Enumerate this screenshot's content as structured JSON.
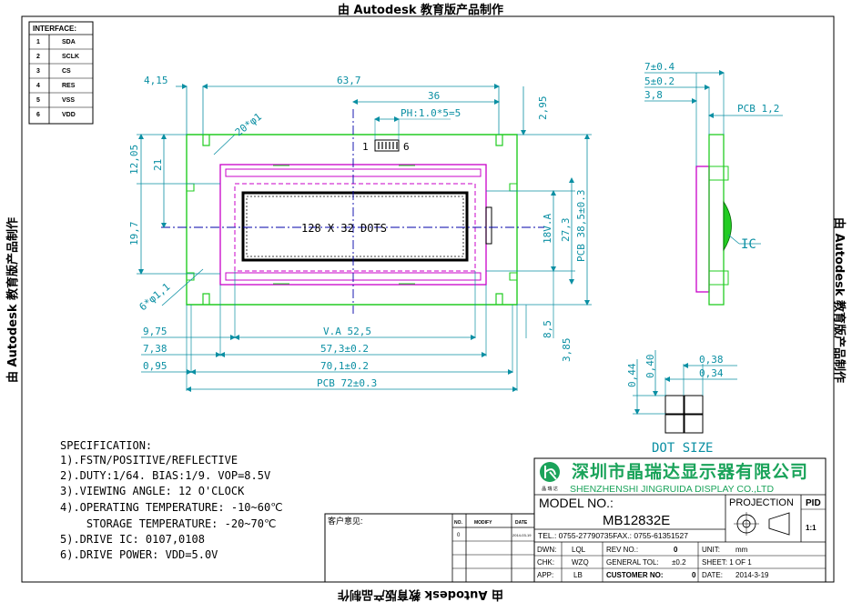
{
  "watermark": {
    "text": "由 Autodesk 教育版产品制作"
  },
  "interface": {
    "title": "INTERFACE:",
    "rows": [
      {
        "no": "1",
        "sig": "SDA"
      },
      {
        "no": "2",
        "sig": "SCLK"
      },
      {
        "no": "3",
        "sig": "CS"
      },
      {
        "no": "4",
        "sig": "RES"
      },
      {
        "no": "5",
        "sig": "VSS"
      },
      {
        "no": "6",
        "sig": "VDD"
      }
    ]
  },
  "front_view": {
    "dims_top": {
      "d1": "4,15",
      "d2": "63,7",
      "d3": "36",
      "d4": "2,95",
      "pin_pitch": "PH:1.0*5=5"
    },
    "hole_top": "20*φ1",
    "hole_bottom": "6*φ1,1",
    "pin_label_left": "1",
    "pin_label_right": "6",
    "display_text": "128 X 32 DOTS",
    "dims_left": {
      "d1": "12,05",
      "d2": "21",
      "d3": "19,7"
    },
    "dims_right": {
      "va": "18V.A",
      "d27": "27,3",
      "pcb": "PCB 38,5±0.3"
    },
    "dims_bottom_right": {
      "d1": "8,5",
      "d2": "3,85"
    },
    "dims_bottom": {
      "r1_left": "9,75",
      "r1_mid": "V.A 52,5",
      "r2_left": "7,38",
      "r2_mid": "57,3±0.2",
      "r3_left": "0,95",
      "r3_mid": "70,1±0.2",
      "r4_mid": "PCB 72±0.3"
    }
  },
  "side_view": {
    "d1": "7±0.4",
    "d2": "5±0.2",
    "d3": "3,8",
    "pcb": "PCB 1,2",
    "ic_label": "IC"
  },
  "dot_detail": {
    "top1": "0,38",
    "top2": "0,34",
    "left1": "0,44",
    "left2": "0,40",
    "caption": "DOT SIZE"
  },
  "specification": {
    "title": "SPECIFICATION:",
    "lines": [
      "1).FSTN/POSITIVE/REFLECTIVE",
      "2).DUTY:1/64. BIAS:1/9. VOP=8.5V",
      "3).VIEWING ANGLE: 12 O'CLOCK",
      "4).OPERATING TEMPERATURE: -10~60℃",
      "    STORAGE TEMPERATURE: -20~70℃",
      "5).DRIVE IC: 0107,0108",
      "6).DRIVE POWER: VDD=5.0V"
    ]
  },
  "customer_box": {
    "label": "客户意见:",
    "col_no": "NO.",
    "col_modify": "MODIFY",
    "col_date": "DATE",
    "row_no": "0",
    "row_date": "2014-03-19"
  },
  "title_block": {
    "company_cn": "深圳市晶瑞达显示器有限公司",
    "company_en": "SHENZHENSHI JINGRUIDA DISPLAY CO.,LTD",
    "logo_text": "晶 瑞 达",
    "model_label": "MODEL NO.:",
    "model_value": "MB12832E",
    "tel": "TEL.: 0755-27790735FAX.: 0755-61351527",
    "projection": "PROJECTION",
    "pid": "PID",
    "scale": "1:1",
    "dwn_label": "DWN:",
    "dwn_value": "LQL",
    "chk_label": "CHK:",
    "chk_value": "WZQ",
    "app_label": "APP:",
    "app_value": "LB",
    "rev_label": "REV NO.:",
    "rev_value": "0",
    "tol_label": "GENERAL TOL:",
    "tol_value": "±0.2",
    "cust_label": "CUSTOMER NO:",
    "cust_value": "0",
    "unit_label": "UNIT:",
    "unit_value": "mm",
    "sheet": "SHEET: 1 OF 1",
    "date_label": "DATE:",
    "date_value": "2014-3-19"
  },
  "colors": {
    "board": "#22cc22",
    "bezel": "#c800c8",
    "dimension": "#0a8fa3",
    "center": "#0000aa",
    "logo": "#1aa35a"
  }
}
